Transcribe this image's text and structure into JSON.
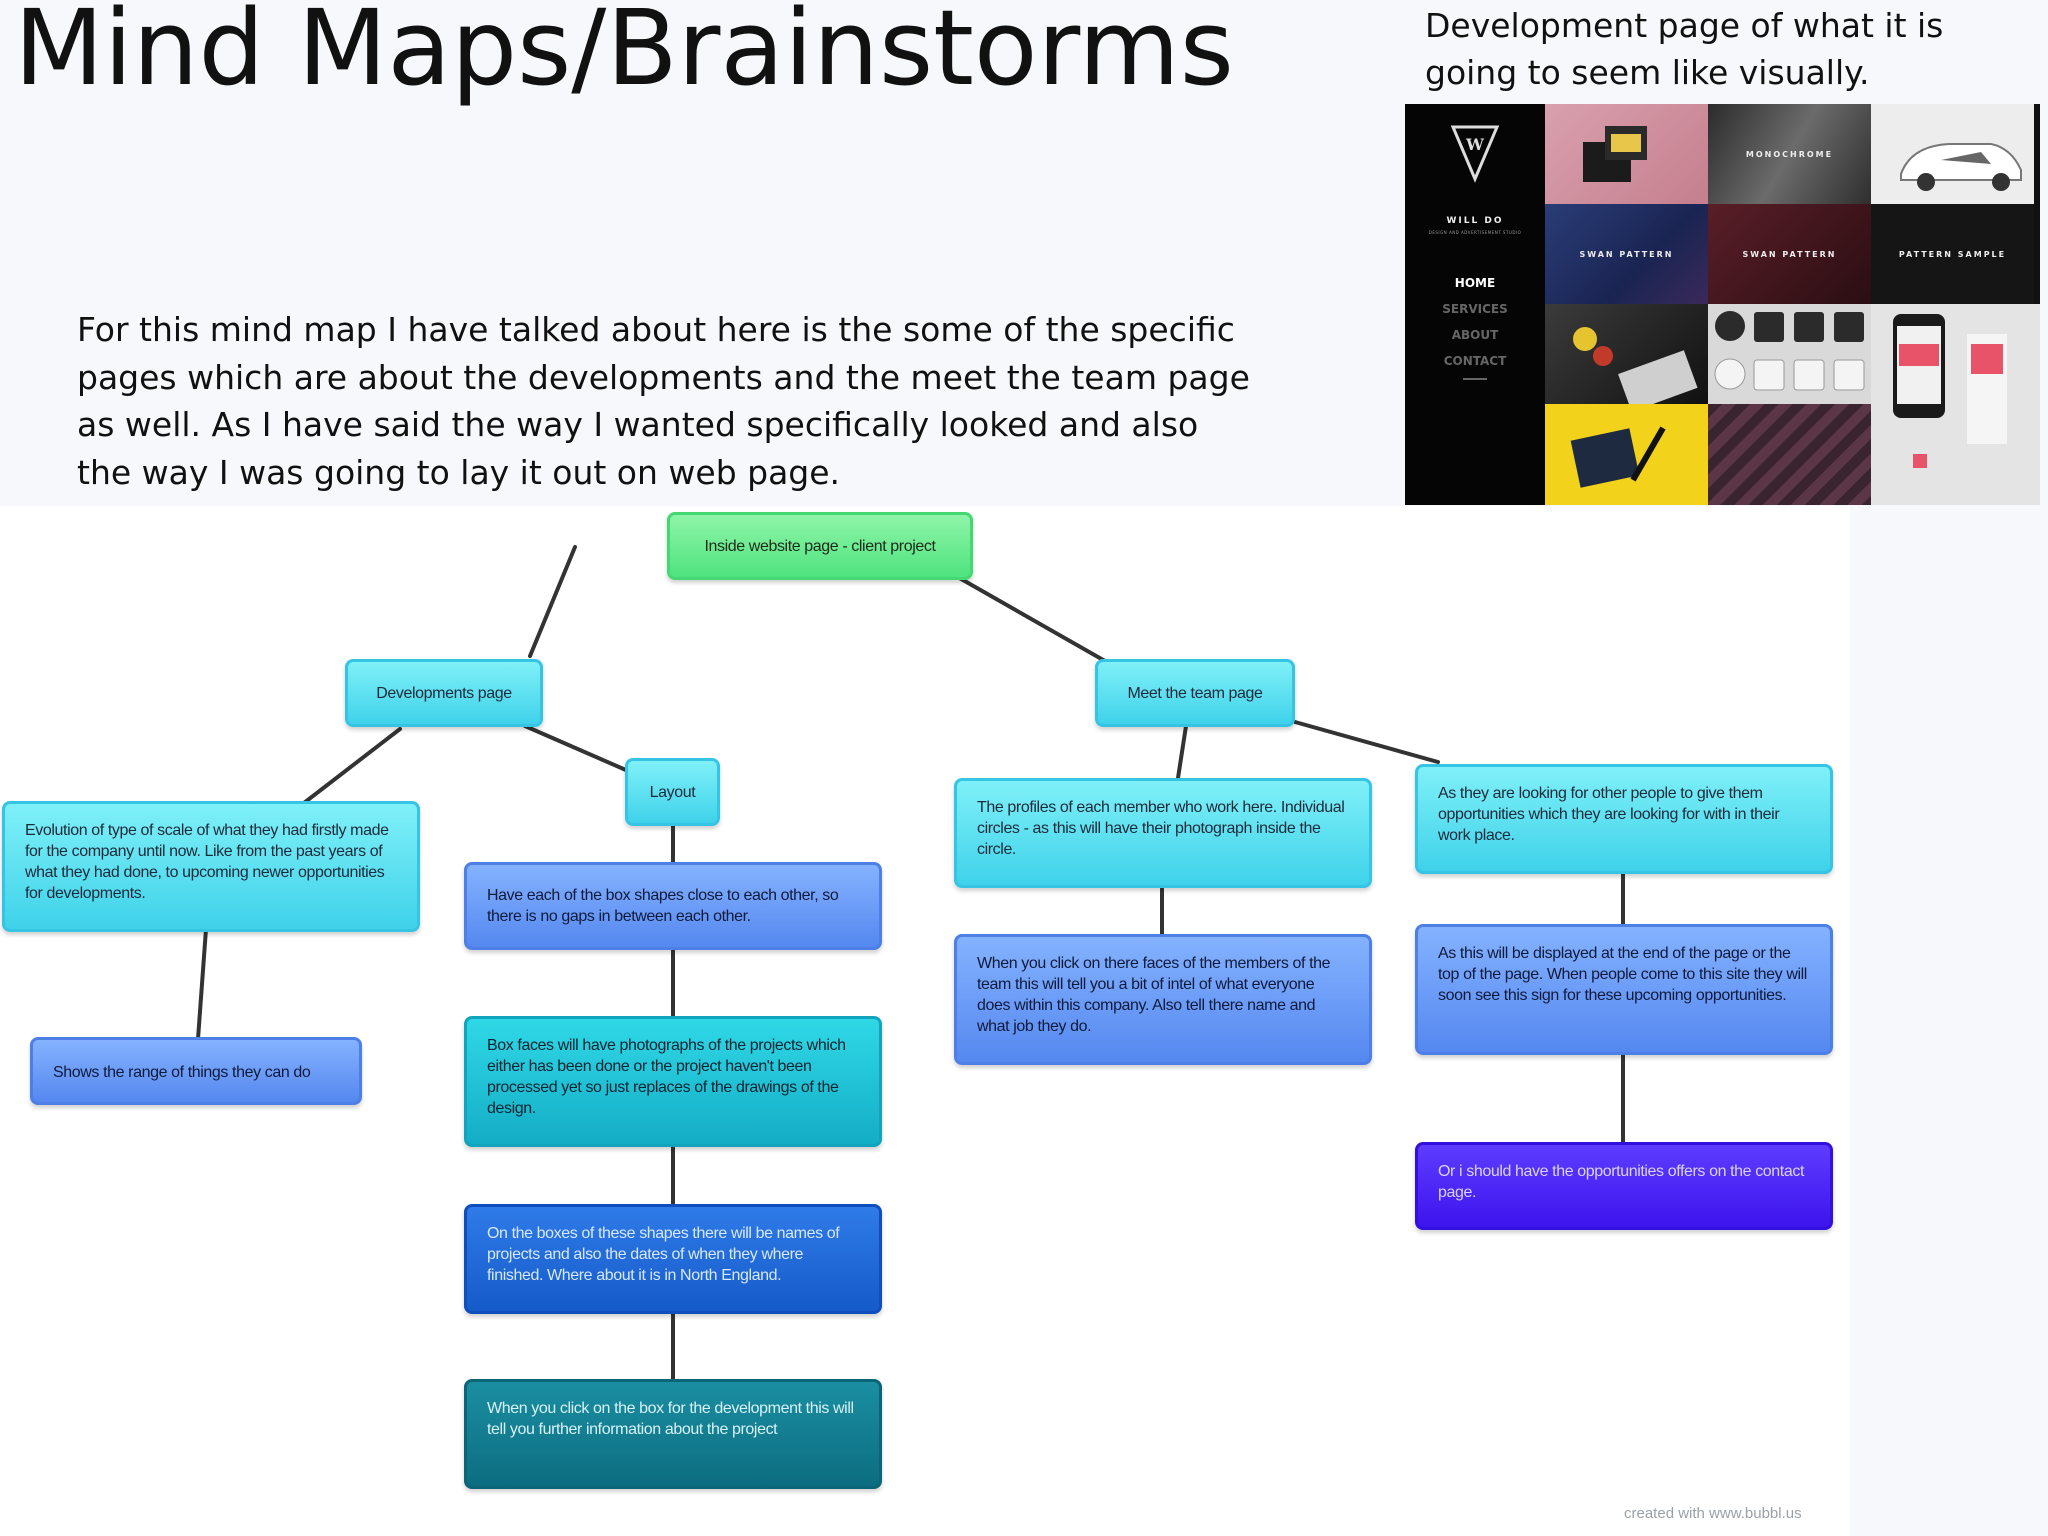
{
  "slide": {
    "title": "Mind Maps/Brainstorms",
    "preview_caption": "Development page of what it is going to seem like visually.",
    "description": "For this mind map I have talked about here is the some of the specific pages which are about the developments and the meet the team page as well. As I have said the way I wanted specifically looked and also the way I was going to lay it out on web page."
  },
  "preview": {
    "brand": "WILL DO",
    "tagline": "DESIGN AND ADVERTISEMENT STUDIO",
    "nav": {
      "home": "HOME",
      "services": "SERVICES",
      "about": "ABOUT",
      "contact": "CONTACT"
    },
    "tiles": {
      "monochrome": "MONOCHROME",
      "swan_pattern_1": "SWAN PATTERN",
      "swan_pattern_2": "SWAN PATTERN",
      "pattern_sample": "PATTERN SAMPLE"
    },
    "colors": {
      "sidebar": "#050505",
      "accent_pink": "#e8536a",
      "yellow": "#f2d21b"
    }
  },
  "mindmap": {
    "center": "Inside website page - client project",
    "developments": {
      "label": "Developments page",
      "evolution": "Evolution of type of scale of what they had firstly made for the company until now. Like from the past years of what they had done, to upcoming newer opportunities for developments.",
      "range": "Shows the range of things they can do",
      "layout": {
        "label": "Layout",
        "close_boxes": "Have each of the box shapes close to each other, so there is no gaps in between each other.",
        "box_faces": "Box faces will have photographs of the projects which either has been done or the project haven't been processed yet so just replaces of the drawings of the design.",
        "names_dates": "On the boxes of these shapes there will be names of projects and also the dates of when they where finished. Where about it is in North England.",
        "click_box": "When you click on the box for the development this will tell you further information about the project"
      }
    },
    "meet_team": {
      "label": "Meet the team page",
      "profiles": "The profiles of each member who work here. Individual circles - as this will have their photograph inside the circle.",
      "click_faces": "When you click on there faces of the members of the team this will tell you a bit of intel of what everyone does within this company. Also tell there name and what job they do.",
      "looking_for": "As they are looking for other people to give them opportunities which they are looking for with in their work place.",
      "end_of_page": "As this will be displayed at the end of the page or the top of the page. When people come to this site they will soon see this sign for these upcoming opportunities.",
      "contact_page": "Or i should have the opportunities offers on the contact page."
    },
    "credit": "created with www.bubbl.us",
    "colors": {
      "center": "#4fe37f",
      "cyan": "#3fd2ea",
      "blue": "#5588f0",
      "teal": "#14adc6",
      "navy": "#155bc9",
      "deep_teal": "#0d6d80",
      "violet": "#3d14ee",
      "connector": "#333333"
    }
  }
}
